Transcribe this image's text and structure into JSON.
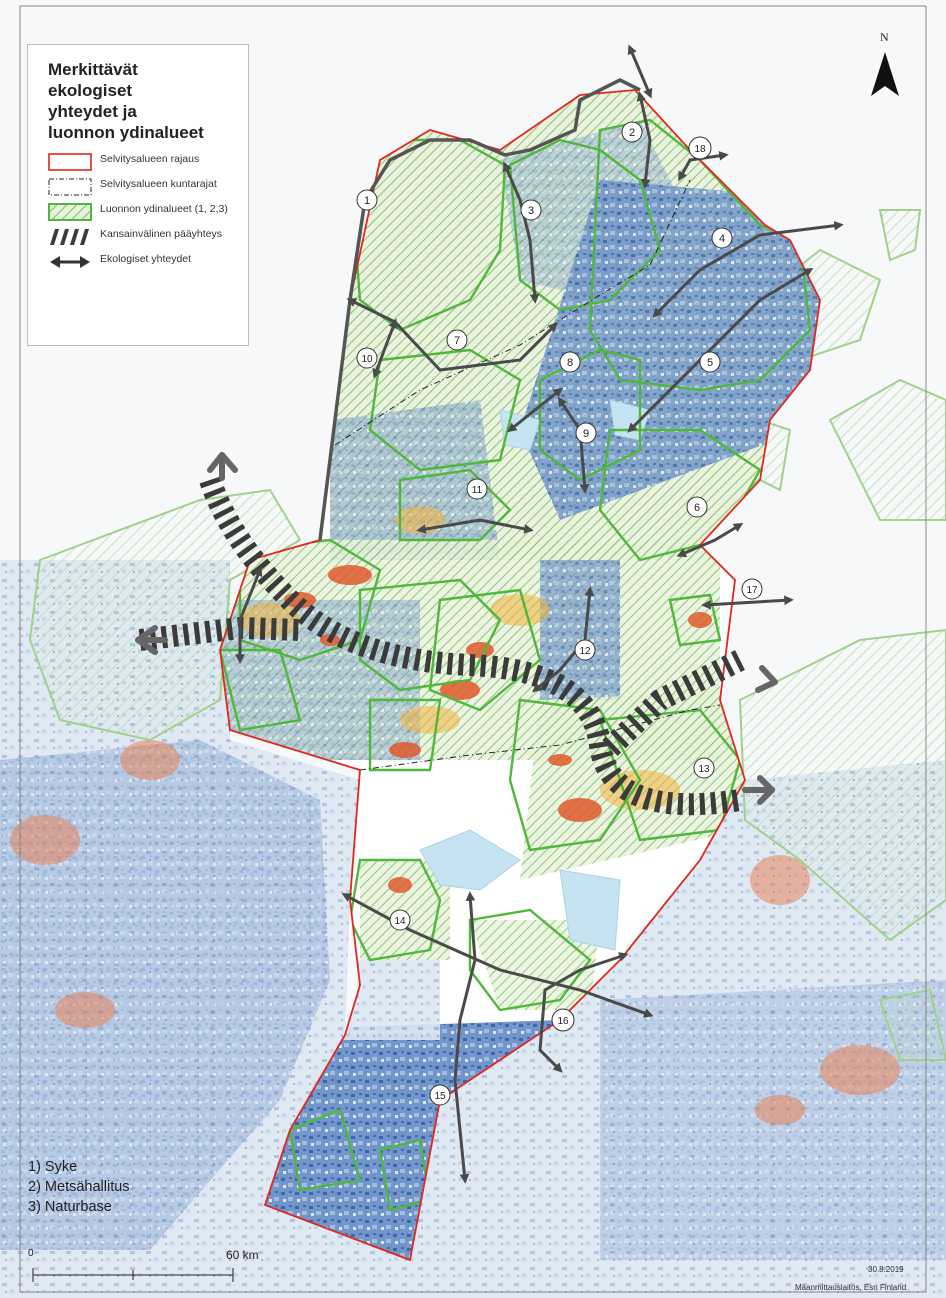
{
  "legend": {
    "title": [
      "Merkittävät",
      "ekologiset",
      "yhteydet ja",
      "luonnon ydinalueet"
    ],
    "items": [
      {
        "label": "Selvitysalueen rajaus",
        "icon": "red-outline-swatch"
      },
      {
        "label": "Selvitysalueen kuntarajat",
        "icon": "dash-dot-border-swatch"
      },
      {
        "label": "Luonnon ydinalueet (1, 2,3)",
        "icon": "green-hatch-swatch"
      },
      {
        "label": "Kansainvälinen pääyhteys",
        "icon": "black-stripe-swatch"
      },
      {
        "label": "Ekologiset yhteydet",
        "icon": "double-arrow-icon"
      }
    ]
  },
  "sources": [
    "1) Syke",
    "2) Metsähallitus",
    "3) Naturbase"
  ],
  "markers": [
    {
      "label": "1"
    },
    {
      "label": "2"
    },
    {
      "label": "3"
    },
    {
      "label": "4"
    },
    {
      "label": "5"
    },
    {
      "label": "6"
    },
    {
      "label": "7"
    },
    {
      "label": "8"
    },
    {
      "label": "9"
    },
    {
      "label": "10"
    },
    {
      "label": "11"
    },
    {
      "label": "12"
    },
    {
      "label": "13"
    },
    {
      "label": "14"
    },
    {
      "label": "15"
    },
    {
      "label": "16"
    },
    {
      "label": "17"
    },
    {
      "label": "18"
    }
  ],
  "north": {
    "letter": "N"
  },
  "scale": {
    "zero": "0",
    "end": "60 km"
  },
  "date": "30.8.2019",
  "credit": "Maanmittauslaitos, Esri Finland",
  "colors": {
    "boundary": "#e0281e",
    "core_green": "#4fb83a",
    "core_light": "#b9dea9",
    "forest_blue": "#3f6fb4",
    "light_blue": "#a9c2e0",
    "heat_red": "#e0622a",
    "corridor": "#555555",
    "water": "#c9e6f3"
  }
}
